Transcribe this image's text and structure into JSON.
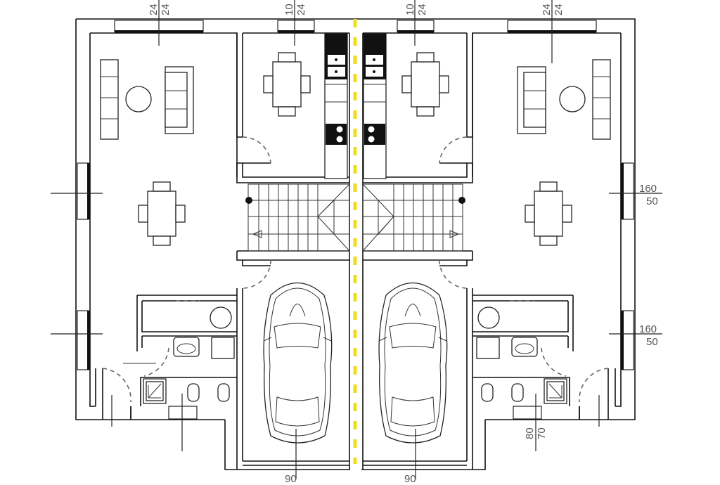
{
  "plan": {
    "type": "floor-plan",
    "subject": "semi-detached house ground floor (mirrored units)",
    "accent_color": "#f2dc1e",
    "wall_color": "#111111"
  },
  "dimensions": {
    "top_left_window": {
      "a": "24",
      "b": "24"
    },
    "top_left_kitchen_window": {
      "a": "10",
      "b": "24"
    },
    "top_right_kitchen_window": {
      "a": "10",
      "b": "24"
    },
    "top_right_window": {
      "a": "24",
      "b": "24"
    },
    "right_window_upper": {
      "a": "160",
      "b": "50"
    },
    "right_window_lower": {
      "a": "160",
      "b": "50"
    },
    "bottom_right_bath_window": {
      "a": "80",
      "b": "70"
    },
    "bottom_garage_left": {
      "a": "90"
    },
    "bottom_garage_right": {
      "a": "90"
    }
  },
  "rooms": [
    {
      "name": "living-room-left"
    },
    {
      "name": "kitchen-left"
    },
    {
      "name": "stairs-left"
    },
    {
      "name": "bathroom-left"
    },
    {
      "name": "garage-left"
    },
    {
      "name": "living-room-right"
    },
    {
      "name": "kitchen-right"
    },
    {
      "name": "stairs-right"
    },
    {
      "name": "bathroom-right"
    },
    {
      "name": "garage-right"
    }
  ]
}
